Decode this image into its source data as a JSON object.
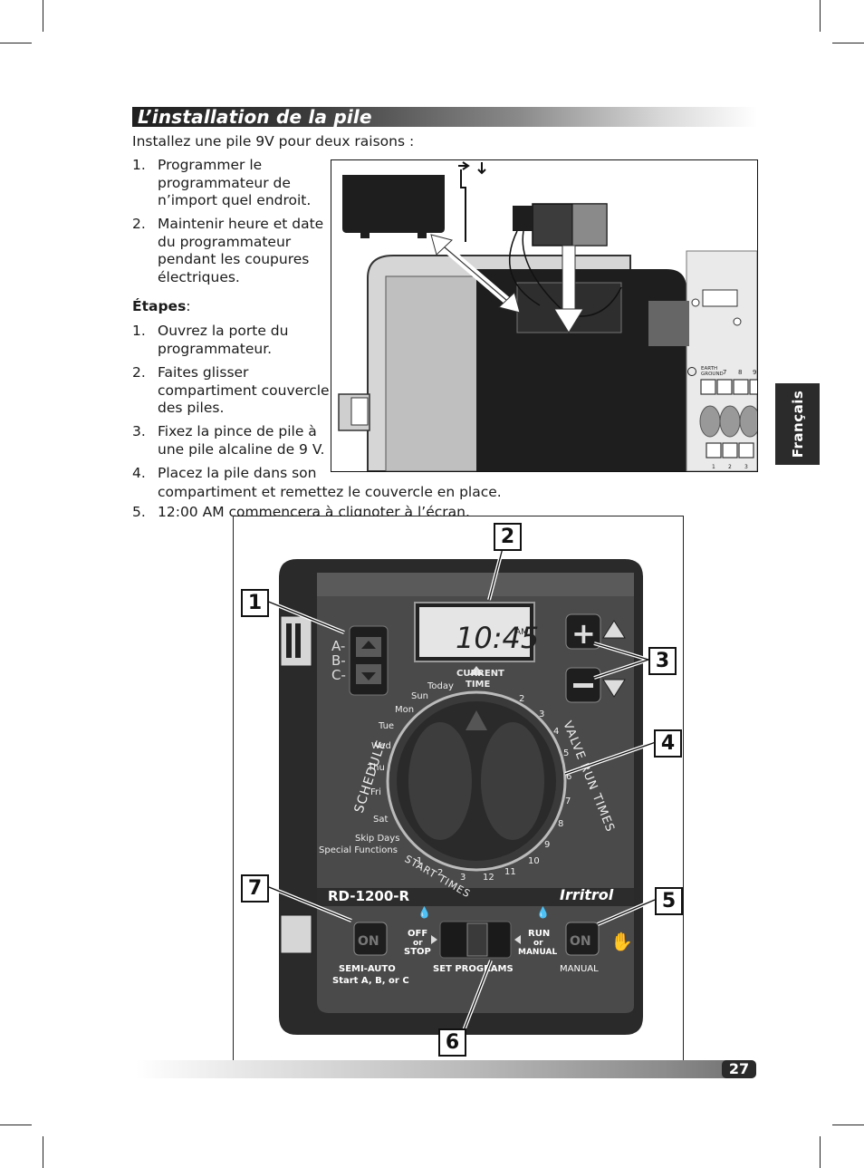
{
  "section_title": "L’installation de la pile",
  "intro": "Installez une pile 9V pour deux raisons :",
  "reasons": [
    {
      "num": "1.",
      "lines": [
        "Programmer le",
        "programmateur de",
        "n’import quel endroit."
      ]
    },
    {
      "num": "2.",
      "lines": [
        "Maintenir heure et date",
        "du programmateur",
        "pendant les coupures",
        "électriques."
      ]
    }
  ],
  "steps_label": "Étapes",
  "steps_colon": ":",
  "steps": [
    {
      "num": "1.",
      "lines": [
        "Ouvrez la porte du",
        "programmateur."
      ]
    },
    {
      "num": "2.",
      "lines": [
        "Faites glisser",
        "compartiment couvercle",
        "des piles."
      ]
    },
    {
      "num": "3.",
      "lines": [
        "Fixez la pince de pile à",
        "une pile alcaline de 9 V."
      ]
    },
    {
      "num": "4.",
      "lines": [
        "Placez la pile dans son",
        "compartiment et remettez le couvercle en place."
      ]
    },
    {
      "num": "5.",
      "lines": [
        "12:00 AM commencera à clignoter à l’écran."
      ]
    }
  ],
  "side_tab": "Français",
  "page_number": "27",
  "fig1": {
    "terminal_labels": [
      "EARTH",
      "GROUND",
      "7",
      "8",
      "9",
      "1",
      "2",
      "3"
    ]
  },
  "fig2": {
    "display_time": "10:45",
    "display_ampm": "AM",
    "abc_labels": [
      "A-",
      "B-",
      "C-"
    ],
    "current_time_label": [
      "CURRENT",
      "TIME"
    ],
    "schedule_label": "SCHEDULE",
    "days": [
      "Today",
      "Sun",
      "Mon",
      "Tue",
      "Wed",
      "Thu",
      "Fri",
      "Sat",
      "Skip Days",
      "Special Functions"
    ],
    "valve_run_times_label": "VALVE RUN TIMES",
    "valve_numbers": [
      "2",
      "3",
      "4",
      "5",
      "6",
      "7",
      "8",
      "9",
      "10",
      "11",
      "12"
    ],
    "start_times_label": "START TIMES",
    "start_numbers": [
      "1",
      "2",
      "3"
    ],
    "model": "RD-1200-R",
    "brand": "Irritrol",
    "on_label": "ON",
    "off_or_stop": [
      "OFF",
      "or",
      "STOP"
    ],
    "run_or_manual": [
      "RUN",
      "or",
      "MANUAL"
    ],
    "semi_auto": [
      "SEMI-AUTO",
      "Start A, B, or C"
    ],
    "set_programs": "SET PROGRAMS",
    "manual": "MANUAL",
    "callouts": [
      "1",
      "2",
      "3",
      "4",
      "5",
      "6",
      "7"
    ]
  }
}
